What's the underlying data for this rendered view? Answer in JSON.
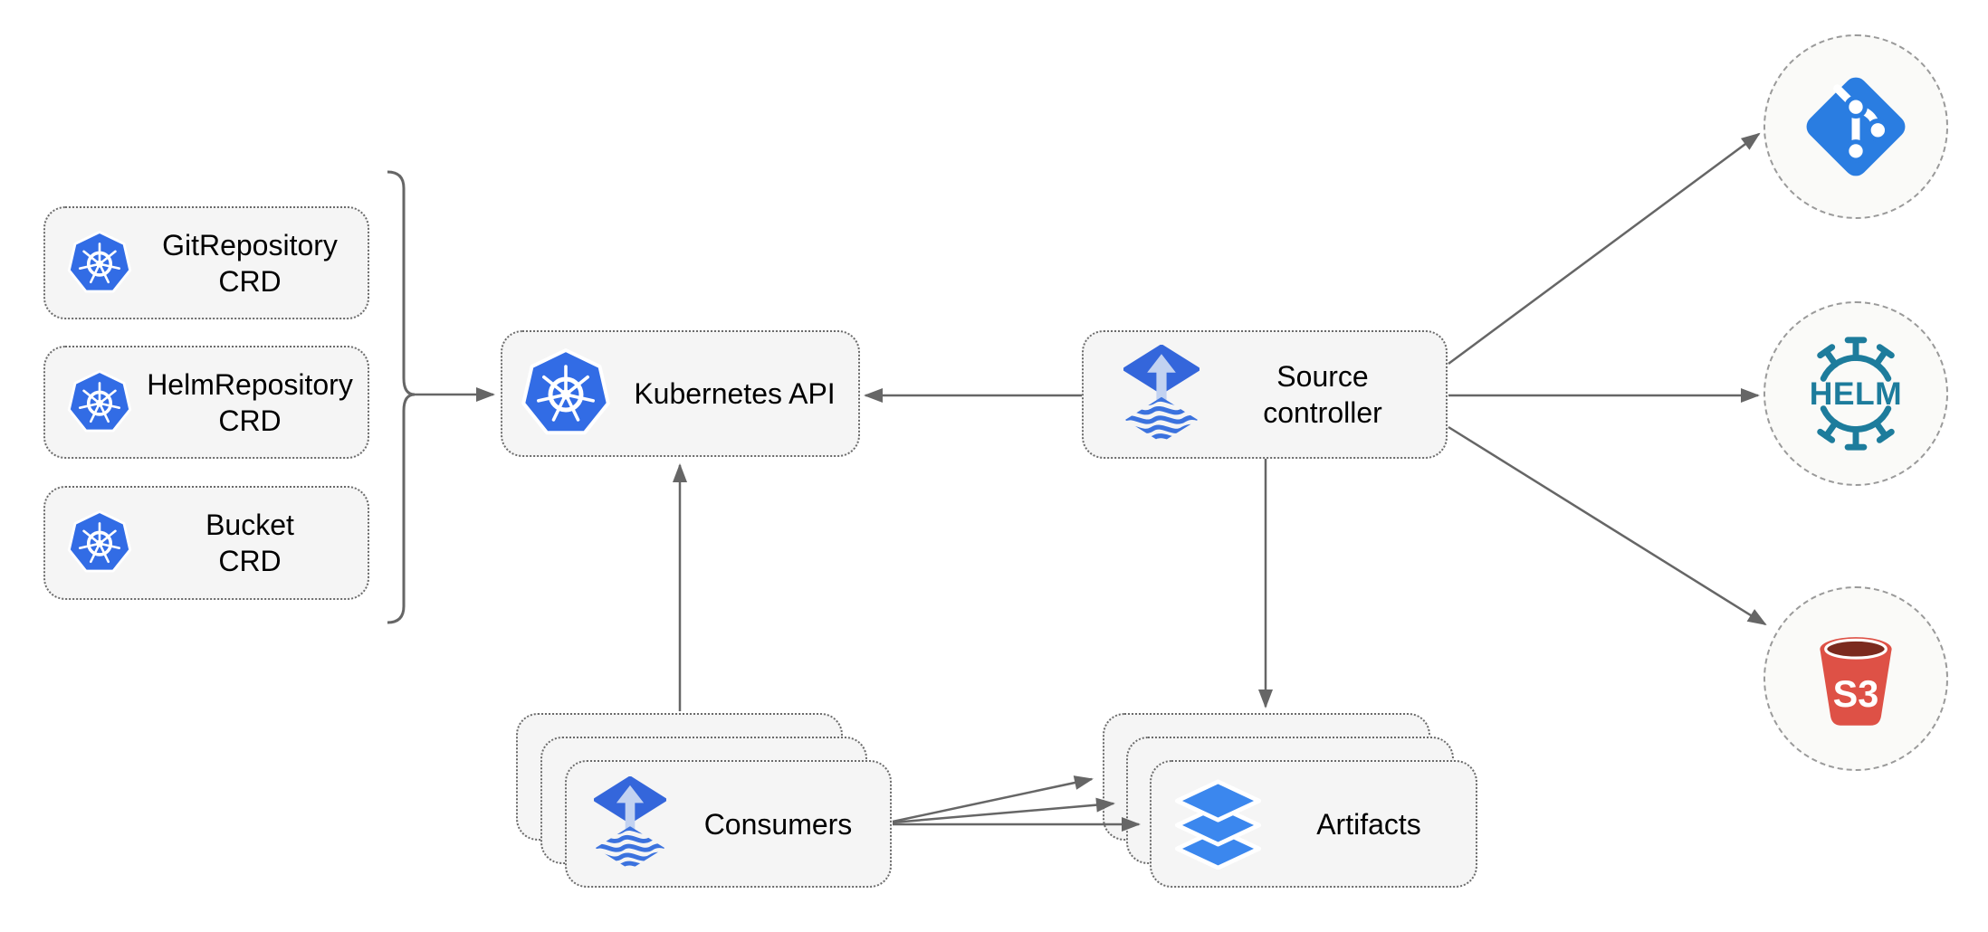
{
  "diagram": {
    "crd_nodes": [
      {
        "id": "gitrepository-crd",
        "line1": "GitRepository",
        "line2": "CRD",
        "icon": "kubernetes-icon"
      },
      {
        "id": "helmrepository-crd",
        "line1": "HelmRepository",
        "line2": "CRD",
        "icon": "kubernetes-icon"
      },
      {
        "id": "bucket-crd",
        "line1": "Bucket",
        "line2": "CRD",
        "icon": "kubernetes-icon"
      }
    ],
    "kubernetes_api": {
      "label": "Kubernetes API",
      "icon": "kubernetes-icon"
    },
    "source_controller": {
      "line1": "Source",
      "line2": "controller",
      "icon": "flux-icon"
    },
    "consumers": {
      "label": "Consumers",
      "icon": "flux-icon",
      "stacked_count": 3
    },
    "artifacts": {
      "label": "Artifacts",
      "icon": "artifacts-layers-icon",
      "stacked_count": 3
    },
    "external_sources": [
      {
        "id": "git",
        "icon": "git-icon"
      },
      {
        "id": "helm",
        "icon": "helm-icon",
        "logo_text": "HELM"
      },
      {
        "id": "s3",
        "icon": "s3-bucket-icon",
        "logo_text": "S3"
      }
    ],
    "edges": [
      {
        "from": "crd-group-bracket",
        "to": "kubernetes-api"
      },
      {
        "from": "source-controller",
        "to": "kubernetes-api"
      },
      {
        "from": "consumers",
        "to": "kubernetes-api"
      },
      {
        "from": "source-controller",
        "to": "artifacts"
      },
      {
        "from": "source-controller",
        "to": "git"
      },
      {
        "from": "source-controller",
        "to": "helm"
      },
      {
        "from": "source-controller",
        "to": "s3"
      },
      {
        "from": "consumers",
        "to": "artifacts",
        "count": 3
      }
    ],
    "colors": {
      "node_fill": "#F5F5F5",
      "node_border": "#6B6B6B",
      "circle_fill": "#FAFAF8",
      "circle_border": "#9A9A9A",
      "arrow": "#666666",
      "text": "#000000",
      "kubernetes_blue": "#326CE5",
      "flux_blue": "#3466DB",
      "flux_arrow_light": "#C2D2F1",
      "flux_wave_blue": "#3B72DE",
      "git_blue": "#2A7DE1",
      "helm_teal": "#1D7C9C",
      "s3_red": "#DE5146",
      "s3_dark_red": "#7B2A1E",
      "artifacts_blue": "#3B87EE"
    }
  }
}
